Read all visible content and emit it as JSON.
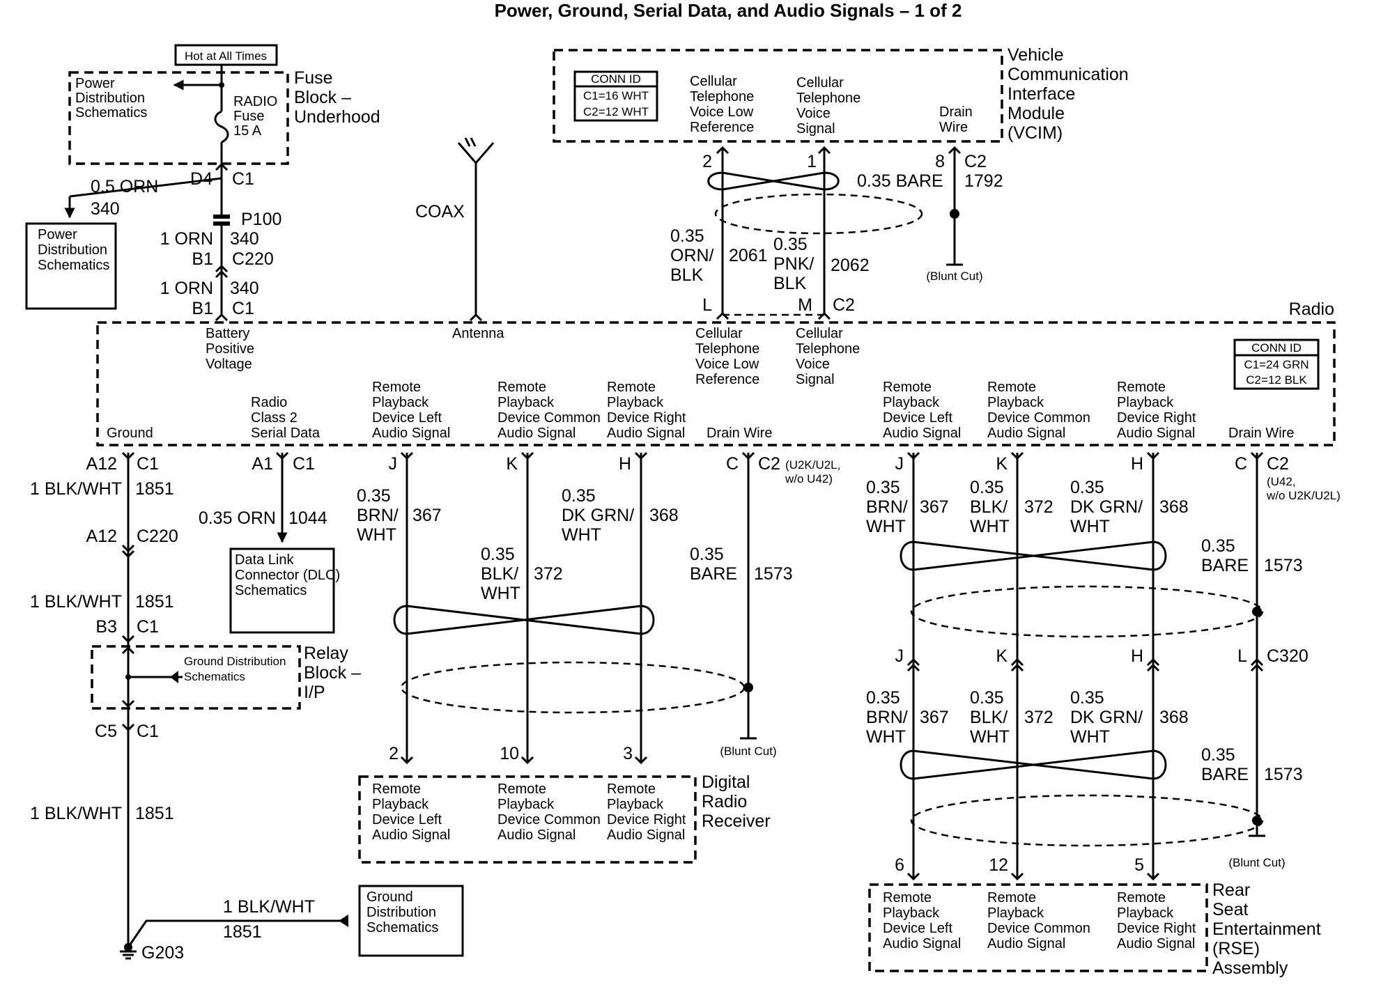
{
  "title": "Power, Ground, Serial Data, and Audio Signals – 1 of 2",
  "fuse_block": {
    "hot_label": "Hot at All Times",
    "name": [
      "Fuse",
      "Block –",
      "Underhood"
    ],
    "pds": [
      "Power",
      "Distribution",
      "Schematics"
    ],
    "fuse": [
      "RADIO",
      "Fuse",
      "15 A"
    ],
    "pin": "D4",
    "conn": "C1"
  },
  "power_branch": {
    "wire": "0.5 ORN",
    "circuit": "340",
    "box": [
      "Power",
      "Distribution",
      "Schematics"
    ]
  },
  "power_feed": {
    "splice": "P100",
    "wire1": "1 ORN",
    "circ1": "340",
    "pin1": "B1",
    "conn1": "C220",
    "wire2": "1 ORN",
    "circ2": "340",
    "pin2": "B1",
    "conn2": "C1"
  },
  "antenna": {
    "coax": "COAX"
  },
  "vcim": {
    "name": [
      "Vehicle",
      "Communication",
      "Interface",
      "Module",
      "(VCIM)"
    ],
    "conn_id_title": "CONN ID",
    "conn_id": [
      "C1=16 WHT",
      "C2=12 WHT"
    ],
    "sig_low": [
      "Cellular",
      "Telephone",
      "Voice Low",
      "Reference"
    ],
    "sig": [
      "Cellular",
      "Telephone",
      "Voice",
      "Signal"
    ],
    "drain": [
      "Drain",
      "Wire"
    ],
    "pins": [
      "2",
      "1",
      "8"
    ],
    "conn": [
      "C2",
      "1792"
    ],
    "bare": "0.35 BARE",
    "blunt": "(Blunt Cut)"
  },
  "radio_top_wires": {
    "w2061": [
      "0.35",
      "ORN/",
      "BLK"
    ],
    "c2061": "2061",
    "w2062": [
      "0.35",
      "PNK/",
      "BLK"
    ],
    "c2062": "2062",
    "pin_l": "L",
    "pin_m": "M",
    "conn": "C2"
  },
  "radio": {
    "name": "Radio",
    "conn_id_title": "CONN ID",
    "conn_id": [
      "C1=24 GRN",
      "C2=12 BLK"
    ],
    "battery": [
      "Battery",
      "Positive",
      "Voltage"
    ],
    "antenna": "Antenna",
    "cell_low": [
      "Cellular",
      "Telephone",
      "Voice Low",
      "Reference"
    ],
    "cell_sig": [
      "Cellular",
      "Telephone",
      "Voice",
      "Signal"
    ],
    "ground": "Ground",
    "serial": [
      "Radio",
      "Class 2",
      "Serial Data"
    ],
    "left": [
      "Remote",
      "Playback",
      "Device Left",
      "Audio Signal"
    ],
    "common": [
      "Remote",
      "Playback",
      "Device Common",
      "Audio Signal"
    ],
    "right": [
      "Remote",
      "Playback",
      "Device Right",
      "Audio Signal"
    ],
    "drain": "Drain Wire"
  },
  "ground_path": {
    "pin_a12": "A12",
    "conn_c1": "C1",
    "wire": "1 BLK/WHT",
    "circuit": "1851",
    "pin_a12b": "A12",
    "conn_c220": "C220",
    "pin_b3": "B3",
    "conn_c1b": "C1",
    "relay_block": [
      "Relay",
      "Block –",
      "I/P"
    ],
    "gds": [
      "Ground Distribution",
      "Schematics"
    ],
    "pin_c5": "C5",
    "conn_c1c": "C1",
    "ground": "G203",
    "gds_box": [
      "Ground",
      "Distribution",
      "Schematics"
    ]
  },
  "serial_data": {
    "pin": "A1",
    "conn": "C1",
    "wire": "0.35 ORN",
    "circuit": "1044",
    "dlc": [
      "Data Link",
      "Connector (DLC)",
      "Schematics"
    ]
  },
  "drr_harness": {
    "pins": [
      "J",
      "K",
      "H",
      "C"
    ],
    "conn": "C2",
    "note": [
      "(U2K/U2L,",
      "w/o U42)"
    ],
    "brn": [
      "0.35",
      "BRN/",
      "WHT"
    ],
    "c367": "367",
    "blk": [
      "0.35",
      "BLK/",
      "WHT"
    ],
    "c372": "372",
    "grn": [
      "0.35",
      "DK GRN/",
      "WHT"
    ],
    "c368": "368",
    "bare": [
      "0.35",
      "BARE"
    ],
    "c1573": "1573",
    "blunt": "(Blunt Cut)",
    "end_pins": [
      "2",
      "10",
      "3"
    ]
  },
  "drr": {
    "name": [
      "Digital",
      "Radio",
      "Receiver"
    ],
    "left": [
      "Remote",
      "Playback",
      "Device Left",
      "Audio Signal"
    ],
    "common": [
      "Remote",
      "Playback",
      "Device Common",
      "Audio Signal"
    ],
    "right": [
      "Remote",
      "Playback",
      "Device Right",
      "Audio Signal"
    ]
  },
  "rse_harness": {
    "pins": [
      "J",
      "K",
      "H",
      "C"
    ],
    "conn": "C2",
    "note": [
      "(U42,",
      "w/o U2K/U2L)"
    ],
    "brn": [
      "0.35",
      "BRN/",
      "WHT"
    ],
    "c367": "367",
    "blk": [
      "0.35",
      "BLK/",
      "WHT"
    ],
    "c372": "372",
    "grn": [
      "0.35",
      "DK GRN/",
      "WHT"
    ],
    "c368": "368",
    "bare": [
      "0.35",
      "BARE"
    ],
    "c1573": "1573",
    "c320_pins": [
      "J",
      "K",
      "H",
      "L"
    ],
    "c320": "C320",
    "blunt": "(Blunt Cut)",
    "end_pins": [
      "6",
      "12",
      "5"
    ]
  },
  "rse": {
    "name": [
      "Rear",
      "Seat",
      "Entertainment",
      "(RSE)",
      "Assembly"
    ],
    "left": [
      "Remote",
      "Playback",
      "Device Left",
      "Audio Signal"
    ],
    "common": [
      "Remote",
      "Playback",
      "Device Common",
      "Audio Signal"
    ],
    "right": [
      "Remote",
      "Playback",
      "Device Right",
      "Audio Signal"
    ]
  }
}
